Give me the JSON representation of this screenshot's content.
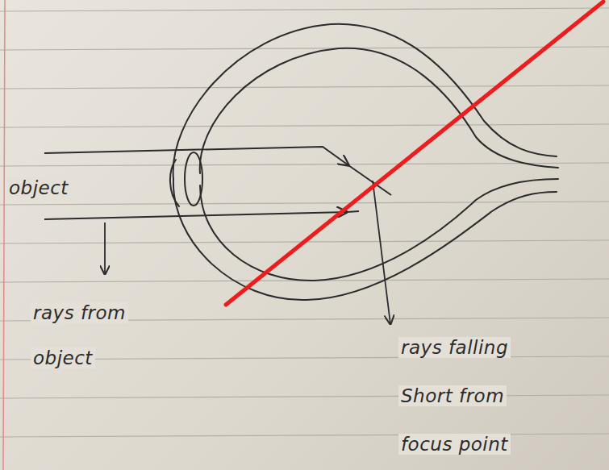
{
  "diagram": {
    "labels": [
      "object",
      "rays from object",
      "rays falling Short from focus point"
    ]
  }
}
